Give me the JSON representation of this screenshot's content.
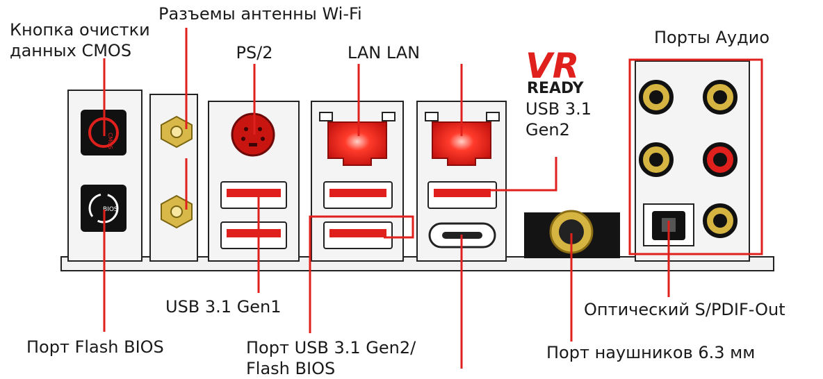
{
  "labels": {
    "cmos_button": "Кнопка очистки\nданных CMOS",
    "wifi_connectors": "Разъемы антенны Wi-Fi",
    "ps2": "PS/2",
    "lan": "LAN LAN",
    "audio_ports": "Порты Аудио",
    "usb31_gen2_top": "USB 3.1\nGen2",
    "usb31_gen1": "USB 3.1 Gen1",
    "optical": "Оптический S/PDIF-Out",
    "flash_bios": "Порт Flash BIOS",
    "usb31_gen2_flash": "Порт USB 3.1 Gen2/\nFlash BIOS",
    "headphone": "Порт наушников 6.3 мм"
  },
  "logo": {
    "vr_text": "VR",
    "ready_text": "READY"
  },
  "button_icons": {
    "cmos_icon_text": "CMOS",
    "bios_icon_text": "BIOS"
  },
  "colors": {
    "accent_red": "#e0201c",
    "port_gold": "#c9a227",
    "panel_bg": "#f2f2f2",
    "outline": "#222222"
  }
}
